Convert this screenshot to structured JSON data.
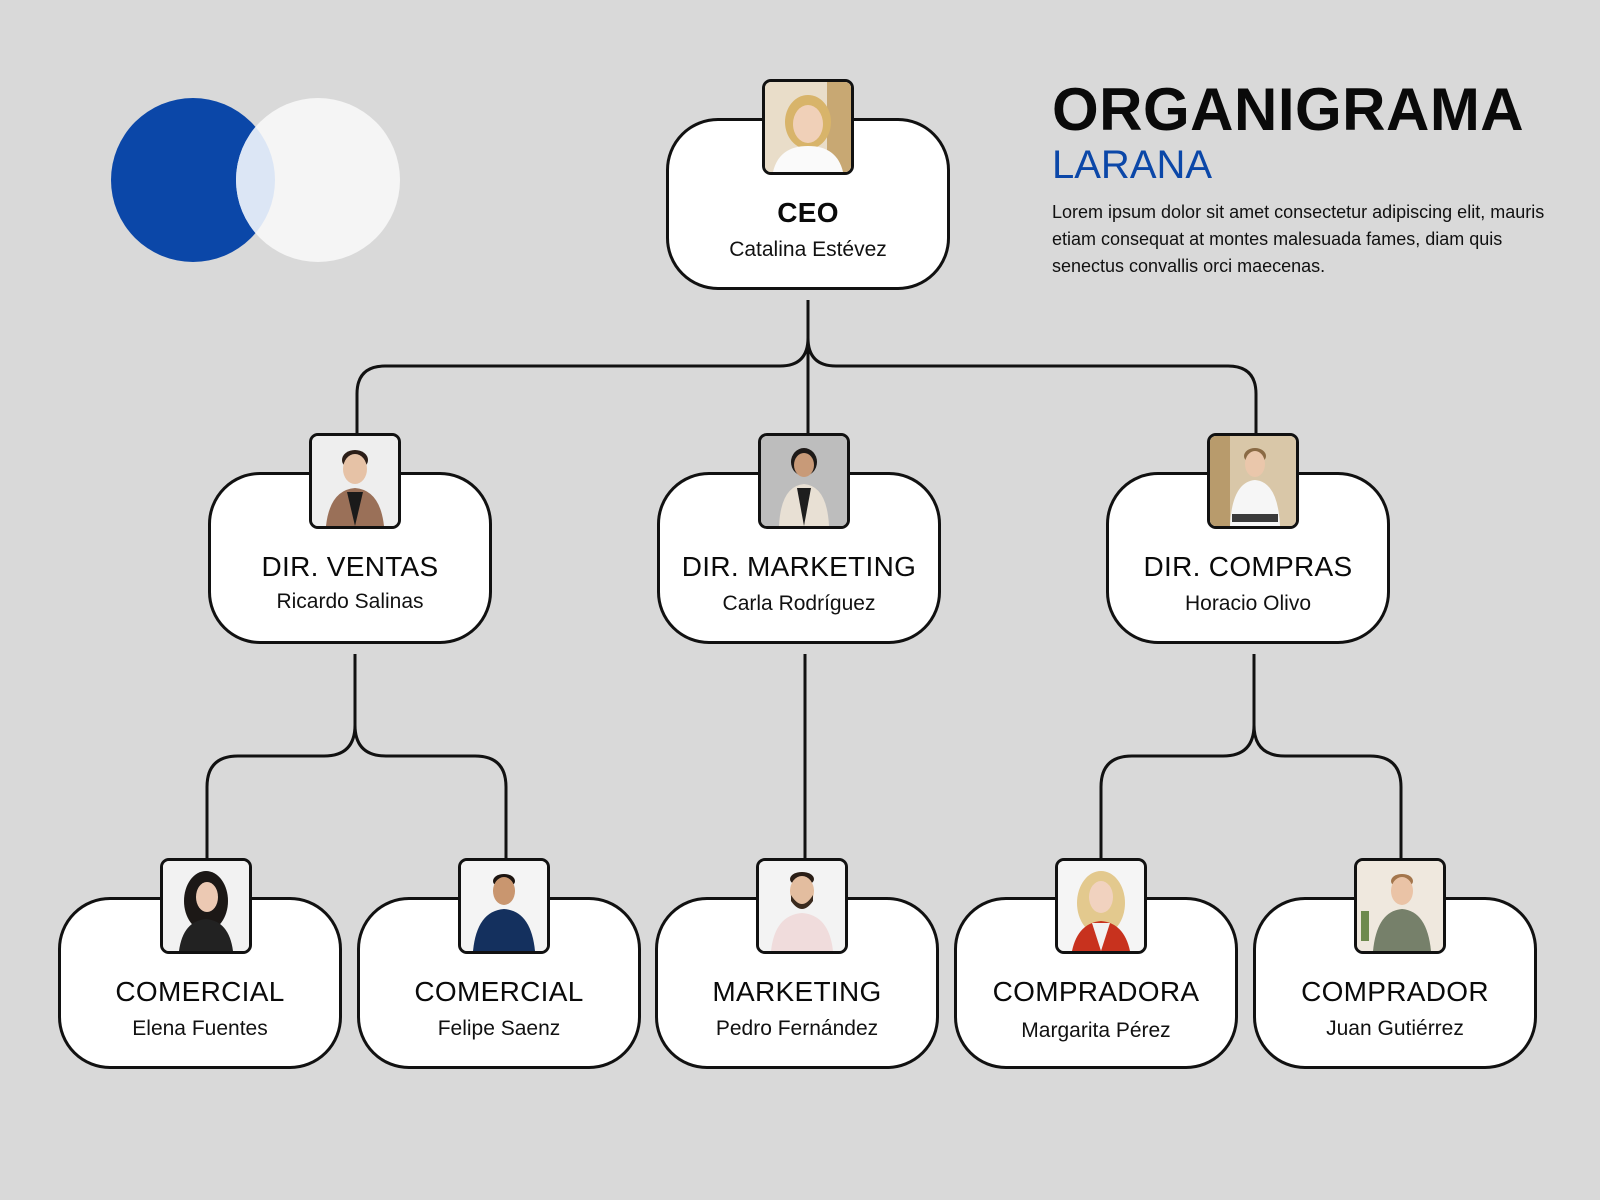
{
  "header": {
    "title": "ORGANIGRAMA",
    "subtitle": "LARANA",
    "description": "Lorem ipsum dolor sit amet consectetur adipiscing elit, mauris etiam consequat at montes malesuada fames, diam quis senectus convallis orci maecenas."
  },
  "colors": {
    "background": "#d9d9d9",
    "brand_blue": "#0b47a8",
    "logo_light": "#f5f5f5",
    "logo_overlap": "#dce6f5",
    "line": "#111111",
    "card": "#ffffff"
  },
  "org": {
    "ceo": {
      "role": "CEO",
      "name": "Catalina Estévez",
      "photo_icon": "person-photo-woman-blonde"
    },
    "directors": [
      {
        "role": "DIR. VENTAS",
        "name": "Ricardo Salinas",
        "photo_icon": "person-photo-man-brown-jacket"
      },
      {
        "role": "DIR. MARKETING",
        "name": "Carla Rodríguez",
        "photo_icon": "person-photo-woman-blazer"
      },
      {
        "role": "DIR. COMPRAS",
        "name": "Horacio Olivo",
        "photo_icon": "person-photo-man-white-shirt"
      }
    ],
    "staff": [
      {
        "role": "COMERCIAL",
        "name": "Elena Fuentes",
        "photo_icon": "person-photo-woman-dark-hair"
      },
      {
        "role": "COMERCIAL",
        "name": "Felipe Saenz",
        "photo_icon": "person-photo-man-navy-polo"
      },
      {
        "role": "MARKETING",
        "name": "Pedro Fernández",
        "photo_icon": "person-photo-man-beard"
      },
      {
        "role": "COMPRADORA",
        "name": "Margarita Pérez",
        "photo_icon": "person-photo-woman-blonde-red"
      },
      {
        "role": "COMPRADOR",
        "name": "Juan Gutiérrez",
        "photo_icon": "person-photo-man-olive-shirt"
      }
    ]
  }
}
